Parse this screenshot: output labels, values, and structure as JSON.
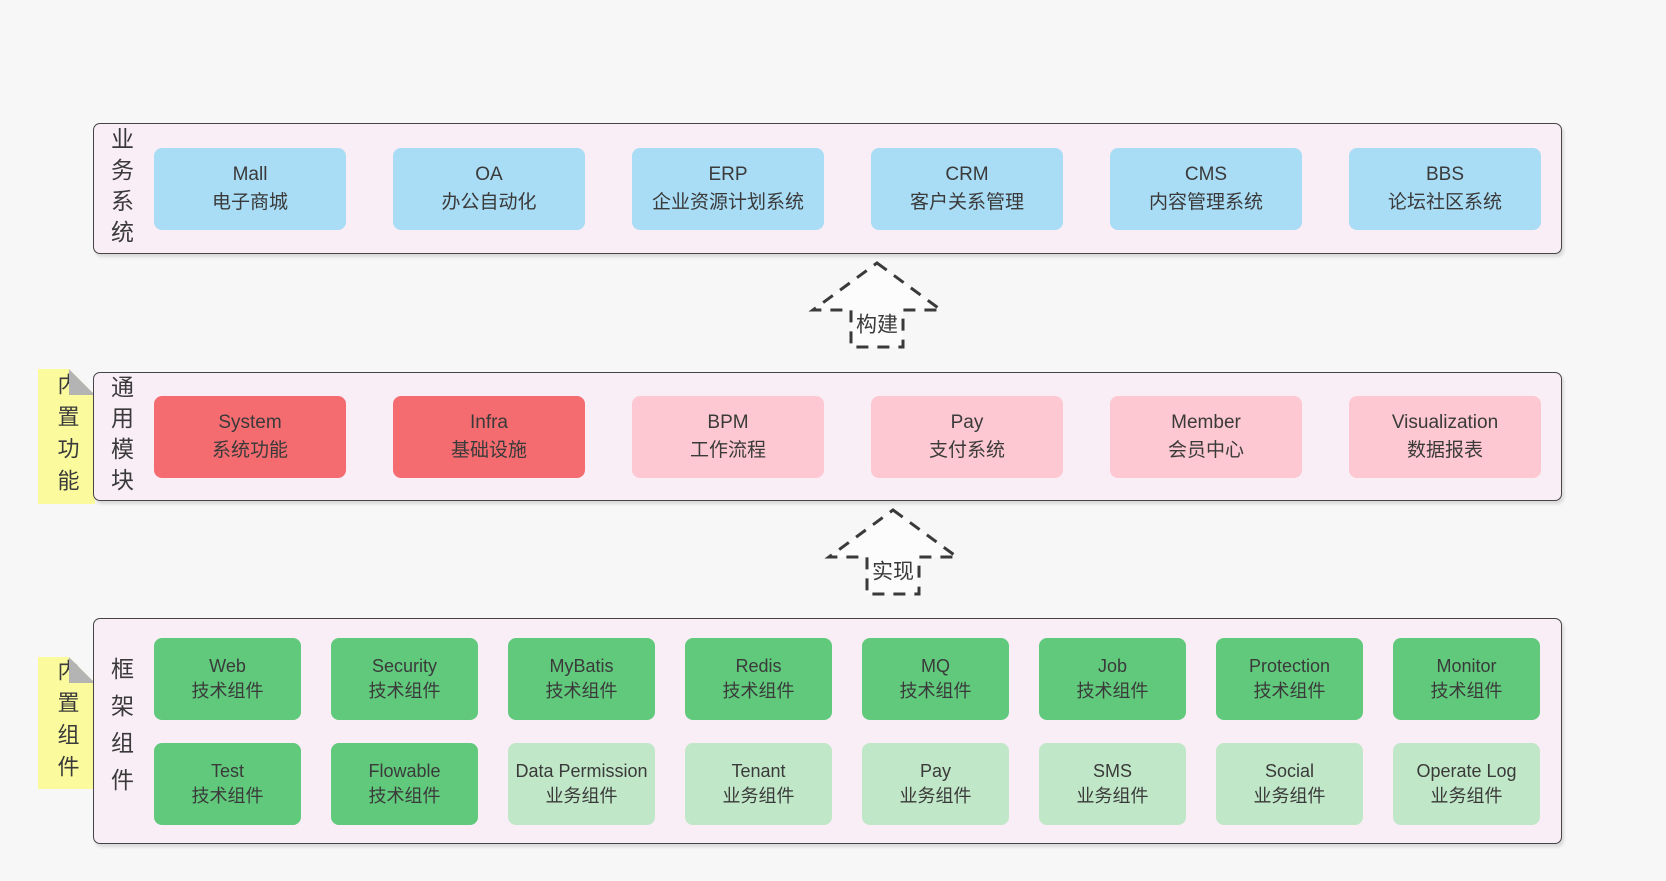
{
  "colors": {
    "background": "#f7f7f7",
    "panel_bg": "#f9edf6",
    "panel_border": "#454545",
    "blue": "#a9dcf5",
    "red": "#f56c70",
    "pink": "#fdc8d1",
    "green": "#60c97c",
    "light_green": "#c0e7c7",
    "sticky_yellow": "#fbfb9e",
    "sticky_fold": "#b4b4b4",
    "text": "#3a3a3a"
  },
  "arrows": [
    {
      "label": "构建"
    },
    {
      "label": "实现"
    }
  ],
  "layers": [
    {
      "label": "业务系统",
      "rows": [
        {
          "boxes": [
            {
              "name": "Mall",
              "desc": "电子商城",
              "variant": "blue"
            },
            {
              "name": "OA",
              "desc": "办公自动化",
              "variant": "blue"
            },
            {
              "name": "ERP",
              "desc": "企业资源计划系统",
              "variant": "blue"
            },
            {
              "name": "CRM",
              "desc": "客户关系管理",
              "variant": "blue"
            },
            {
              "name": "CMS",
              "desc": "内容管理系统",
              "variant": "blue"
            },
            {
              "name": "BBS",
              "desc": "论坛社区系统",
              "variant": "blue"
            }
          ]
        }
      ]
    },
    {
      "label": "通用模块",
      "sticky": "内置功能",
      "rows": [
        {
          "boxes": [
            {
              "name": "System",
              "desc": "系统功能",
              "variant": "red"
            },
            {
              "name": "Infra",
              "desc": "基础设施",
              "variant": "red"
            },
            {
              "name": "BPM",
              "desc": "工作流程",
              "variant": "pink"
            },
            {
              "name": "Pay",
              "desc": "支付系统",
              "variant": "pink"
            },
            {
              "name": "Member",
              "desc": "会员中心",
              "variant": "pink"
            },
            {
              "name": "Visualization",
              "desc": "数据报表",
              "variant": "pink"
            }
          ]
        }
      ]
    },
    {
      "label": "框架组件",
      "sticky": "内置组件",
      "rows": [
        {
          "boxes": [
            {
              "name": "Web",
              "desc": "技术组件",
              "variant": "green"
            },
            {
              "name": "Security",
              "desc": "技术组件",
              "variant": "green"
            },
            {
              "name": "MyBatis",
              "desc": "技术组件",
              "variant": "green"
            },
            {
              "name": "Redis",
              "desc": "技术组件",
              "variant": "green"
            },
            {
              "name": "MQ",
              "desc": "技术组件",
              "variant": "green"
            },
            {
              "name": "Job",
              "desc": "技术组件",
              "variant": "green"
            },
            {
              "name": "Protection",
              "desc": "技术组件",
              "variant": "green"
            },
            {
              "name": "Monitor",
              "desc": "技术组件",
              "variant": "green"
            }
          ]
        },
        {
          "boxes": [
            {
              "name": "Test",
              "desc": "技术组件",
              "variant": "green"
            },
            {
              "name": "Flowable",
              "desc": "技术组件",
              "variant": "green"
            },
            {
              "name": "Data Permission",
              "desc": "业务组件",
              "variant": "lightgreen"
            },
            {
              "name": "Tenant",
              "desc": "业务组件",
              "variant": "lightgreen"
            },
            {
              "name": "Pay",
              "desc": "业务组件",
              "variant": "lightgreen"
            },
            {
              "name": "SMS",
              "desc": "业务组件",
              "variant": "lightgreen"
            },
            {
              "name": "Social",
              "desc": "业务组件",
              "variant": "lightgreen"
            },
            {
              "name": "Operate Log",
              "desc": "业务组件",
              "variant": "lightgreen"
            }
          ]
        }
      ]
    }
  ]
}
